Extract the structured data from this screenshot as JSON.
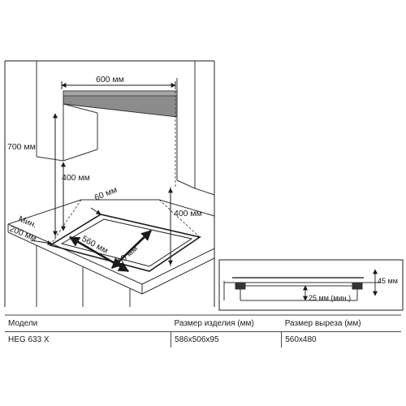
{
  "install_diagram": {
    "hood_width": "600 мм",
    "height_to_hood": "700 мм",
    "wall_cabinet_height": "400 мм",
    "side_clearance": "400 мм",
    "rear_clearance": "60 мм",
    "front_min_label": "Мин.",
    "front_min_value": "200 мм",
    "cutout_width": "560 мм",
    "cutout_depth": "480 мм"
  },
  "section_detail": {
    "height": "45 мм",
    "min_gap": "25 мм (мин.)"
  },
  "table": {
    "headers": [
      "Модели",
      "Размер изделия (мм)",
      "Размер выреза (мм)"
    ],
    "rows": [
      [
        "HEG 633 X",
        "586x506x95",
        "560x480"
      ]
    ]
  },
  "colors": {
    "hood_fill": "#8c8c8c",
    "line": "#333333",
    "background": "#ffffff"
  }
}
